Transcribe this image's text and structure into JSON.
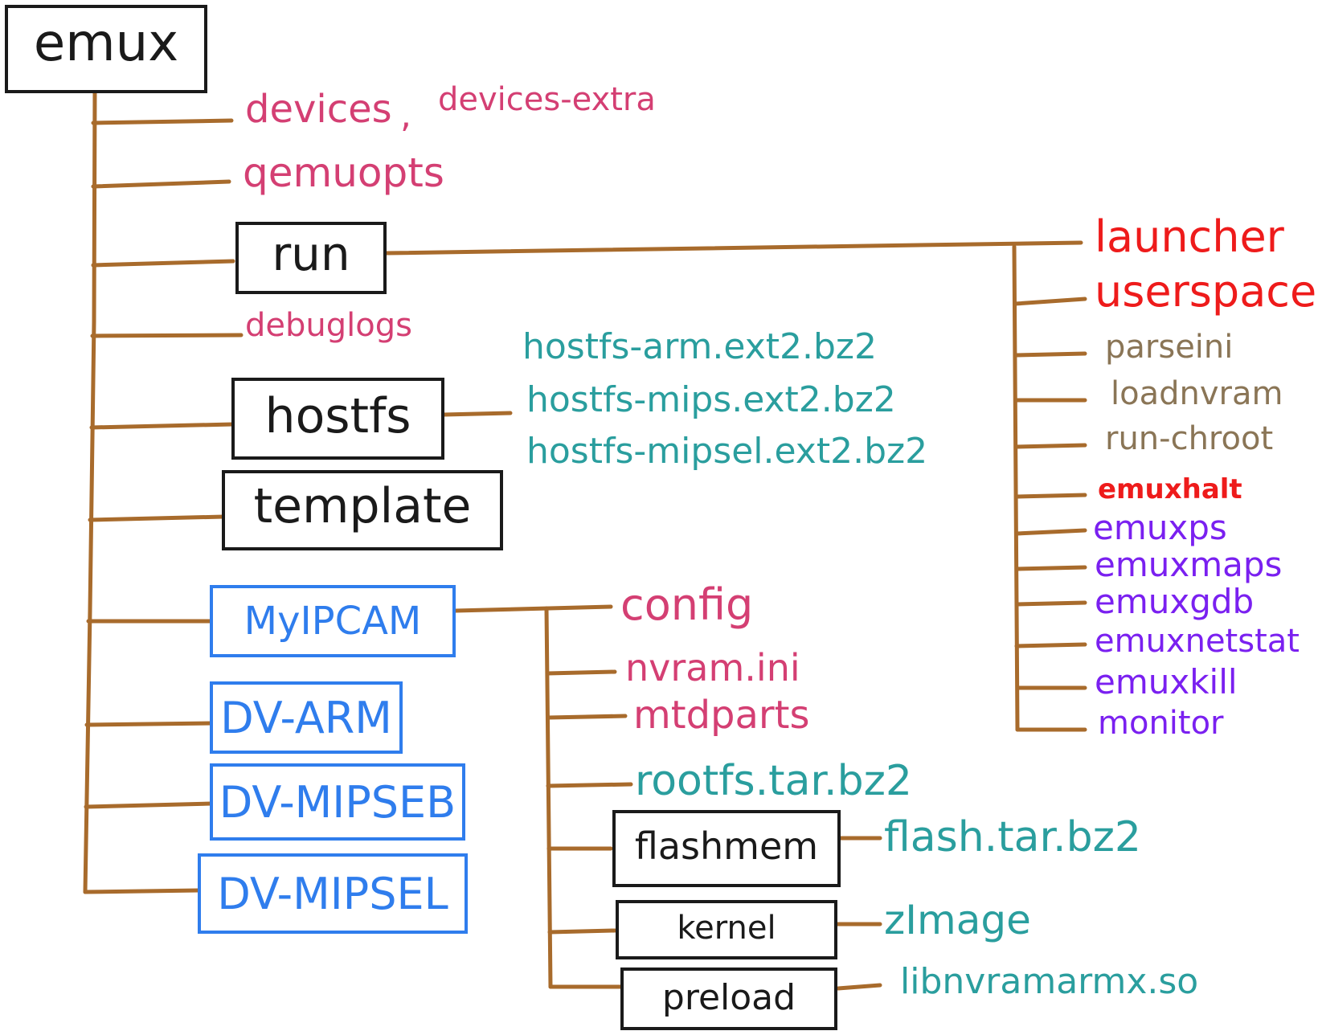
{
  "colors": {
    "connector": "#a86b2c",
    "box_border": "#1a1a1a",
    "device_box": "#2f7ded",
    "config_file": "#d43f73",
    "image_file": "#2a9e9e",
    "core_script": "#ee1b1b",
    "helper_script": "#8a7556",
    "debug_tool": "#7a20f0"
  },
  "root": "emux",
  "top_level": {
    "devices": "devices",
    "comma": ",",
    "devices_extra": "devices-extra",
    "qemuopts": "qemuopts",
    "run": "run",
    "debuglogs": "debuglogs",
    "hostfs": "hostfs",
    "template": "template"
  },
  "devices_boxes": [
    "MyIPCAM",
    "DV-ARM",
    "DV-MIPSEB",
    "DV-MIPSEL"
  ],
  "run_children": [
    "launcher",
    "userspace",
    "parseini",
    "loadnvram",
    "run-chroot",
    "emuxhalt",
    "emuxps",
    "emuxmaps",
    "emuxgdb",
    "emuxnetstat",
    "emuxkill",
    "monitor"
  ],
  "hostfs_children": [
    "hostfs-arm.ext2.bz2",
    "hostfs-mips.ext2.bz2",
    "hostfs-mipsel.ext2.bz2"
  ],
  "myipcam_children": {
    "config": "config",
    "nvram_ini": "nvram.ini",
    "mtdparts": "mtdparts",
    "rootfs": "rootfs.tar.bz2",
    "flashmem": "flashmem",
    "flash_file": "flash.tar.bz2",
    "kernel": "kernel",
    "kernel_file": "zImage",
    "preload": "preload",
    "preload_file": "libnvramarmx.so"
  }
}
